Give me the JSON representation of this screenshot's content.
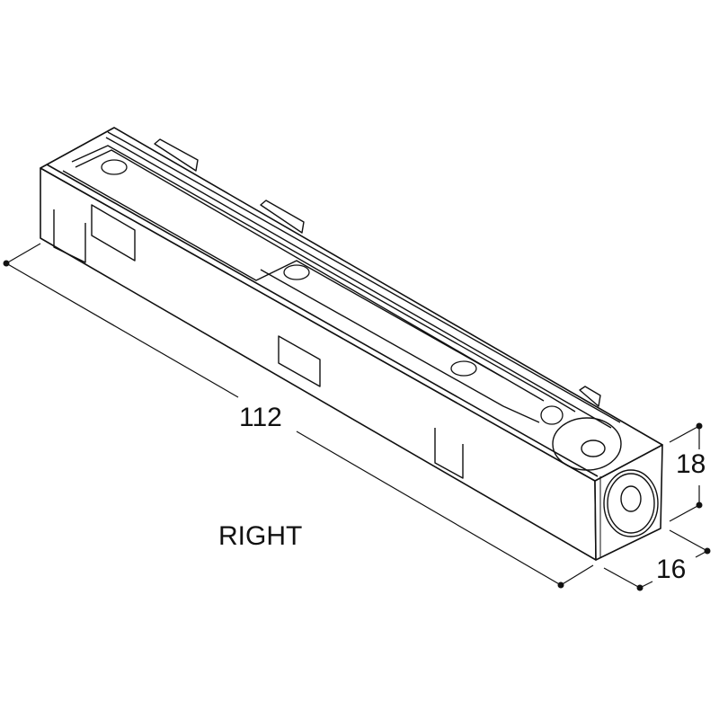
{
  "dimensions": {
    "length": "112",
    "height": "18",
    "width": "16"
  },
  "side_label": "RIGHT",
  "colors": {
    "line": "#111111",
    "background": "#ffffff"
  }
}
